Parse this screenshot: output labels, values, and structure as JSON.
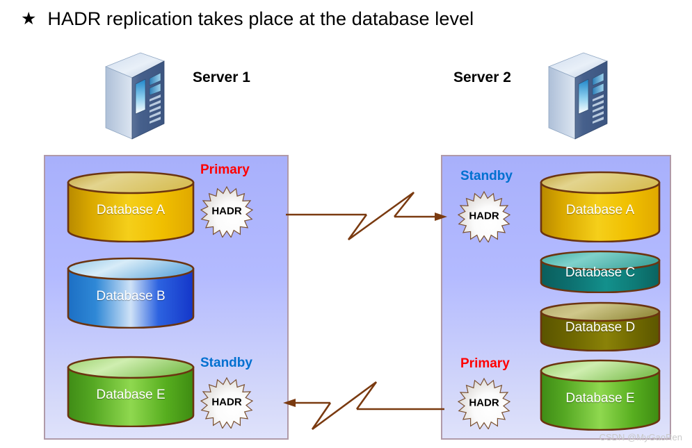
{
  "slide": {
    "bullet": "★",
    "title": "HADR replication takes place at the database level",
    "watermark": "CSDN @MyGaoRen"
  },
  "servers": [
    {
      "id": "server-1",
      "label": "Server 1",
      "icon": "server-tower-icon"
    },
    {
      "id": "server-2",
      "label": "Server 2",
      "icon": "server-tower-icon"
    }
  ],
  "colors": {
    "primary_label": "#ff0000",
    "standby_label": "#0070d0",
    "panel_border": "#b09aa8",
    "panel_fill_top": "#a8b0fb",
    "panel_fill_bottom": "#dfe2fb",
    "cylinder_outline": "#6b3410",
    "connector": "#7a3a10",
    "db_a_fill": "#e8b800",
    "db_b_fill": "#1b5fd0",
    "db_c_fill": "#0f7a76",
    "db_d_fill": "#6b6500",
    "db_e_fill": "#4aa81a"
  },
  "panels": {
    "left": {
      "name": "Server 1",
      "databases": [
        {
          "name": "Database A",
          "color_key": "db_a_fill"
        },
        {
          "name": "Database B",
          "color_key": "db_b_fill"
        },
        {
          "name": "Database E",
          "color_key": "db_e_fill"
        }
      ],
      "roles": [
        {
          "label": "Primary",
          "style": "primary",
          "badge": "HADR",
          "database": "Database A"
        },
        {
          "label": "Standby",
          "style": "standby",
          "badge": "HADR",
          "database": "Database E"
        }
      ]
    },
    "right": {
      "name": "Server 2",
      "databases": [
        {
          "name": "Database A",
          "color_key": "db_a_fill"
        },
        {
          "name": "Database C",
          "color_key": "db_c_fill"
        },
        {
          "name": "Database D",
          "color_key": "db_d_fill"
        },
        {
          "name": "Database E",
          "color_key": "db_e_fill"
        }
      ],
      "roles": [
        {
          "label": "Standby",
          "style": "standby",
          "badge": "HADR",
          "database": "Database A"
        },
        {
          "label": "Primary",
          "style": "primary",
          "badge": "HADR",
          "database": "Database E"
        }
      ]
    }
  },
  "connectors": [
    {
      "id": "replication-top",
      "direction": "left-to-right",
      "style": "lightning"
    },
    {
      "id": "replication-bottom",
      "direction": "right-to-left",
      "style": "lightning"
    }
  ],
  "badges": {
    "hadr_top_left": "HADR",
    "hadr_bottom_left": "HADR",
    "hadr_top_right": "HADR",
    "hadr_bottom_right": "HADR"
  },
  "labels": {
    "primary_left": "Primary",
    "standby_left": "Standby",
    "standby_right": "Standby",
    "primary_right": "Primary",
    "db_left_a": "Database A",
    "db_left_b": "Database B",
    "db_left_e": "Database E",
    "db_right_a": "Database A",
    "db_right_c": "Database C",
    "db_right_d": "Database D",
    "db_right_e": "Database E"
  }
}
